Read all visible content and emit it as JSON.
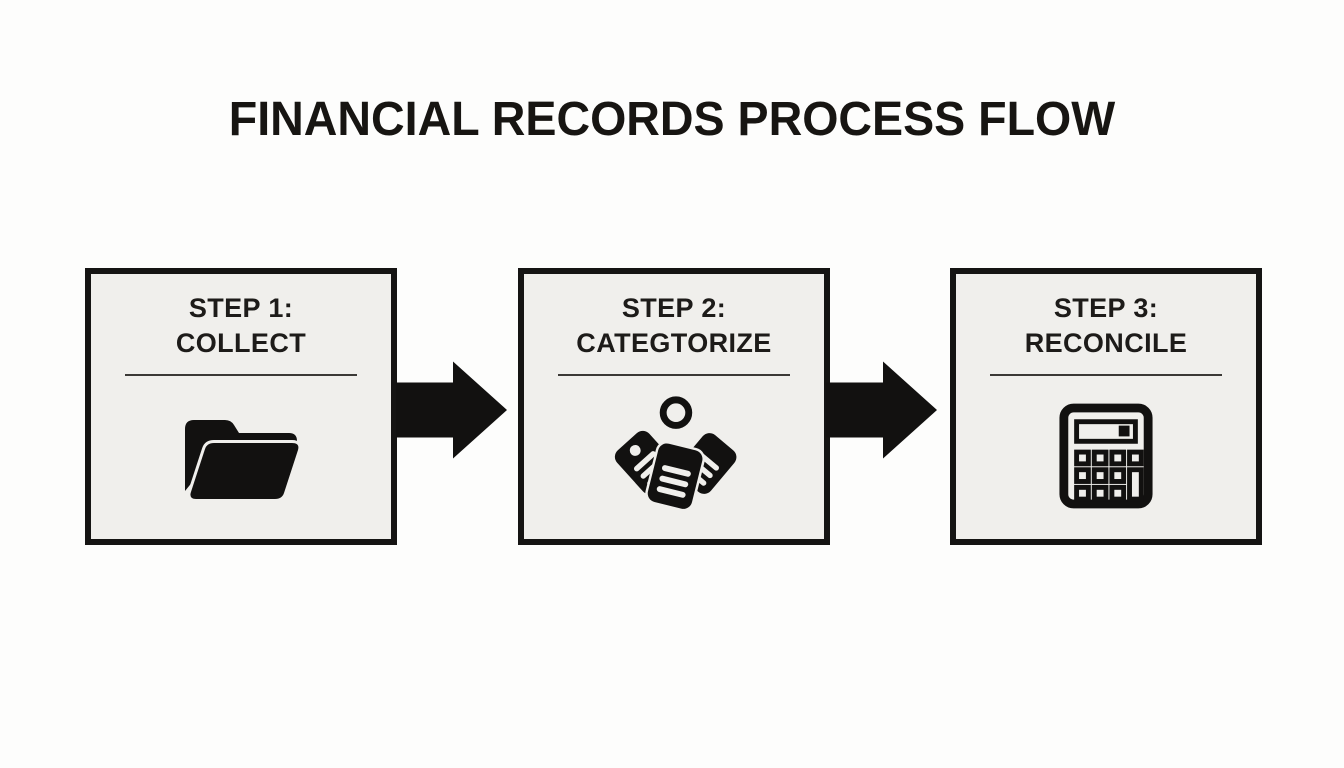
{
  "title": "FINANCIAL RECORDS PROCESS FLOW",
  "steps": [
    {
      "line1": "STEP 1:",
      "line2": "COLLECT",
      "icon": "folder-icon"
    },
    {
      "line1": "STEP 2:",
      "line2": "CATEGTORIZE",
      "icon": "tags-icon"
    },
    {
      "line1": "STEP 3:",
      "line2": "RECONCILE",
      "icon": "calculator-icon"
    }
  ],
  "arrows": [
    {
      "name": "flow-arrow-1",
      "direction": "right"
    },
    {
      "name": "flow-arrow-2",
      "direction": "right"
    }
  ],
  "colors": {
    "page_background": "#fdfdfc",
    "box_fill": "#f0efec",
    "box_border": "#151413",
    "text": "#1d1b19",
    "divider": "#3b3936",
    "icon_and_arrow": "#121110"
  }
}
